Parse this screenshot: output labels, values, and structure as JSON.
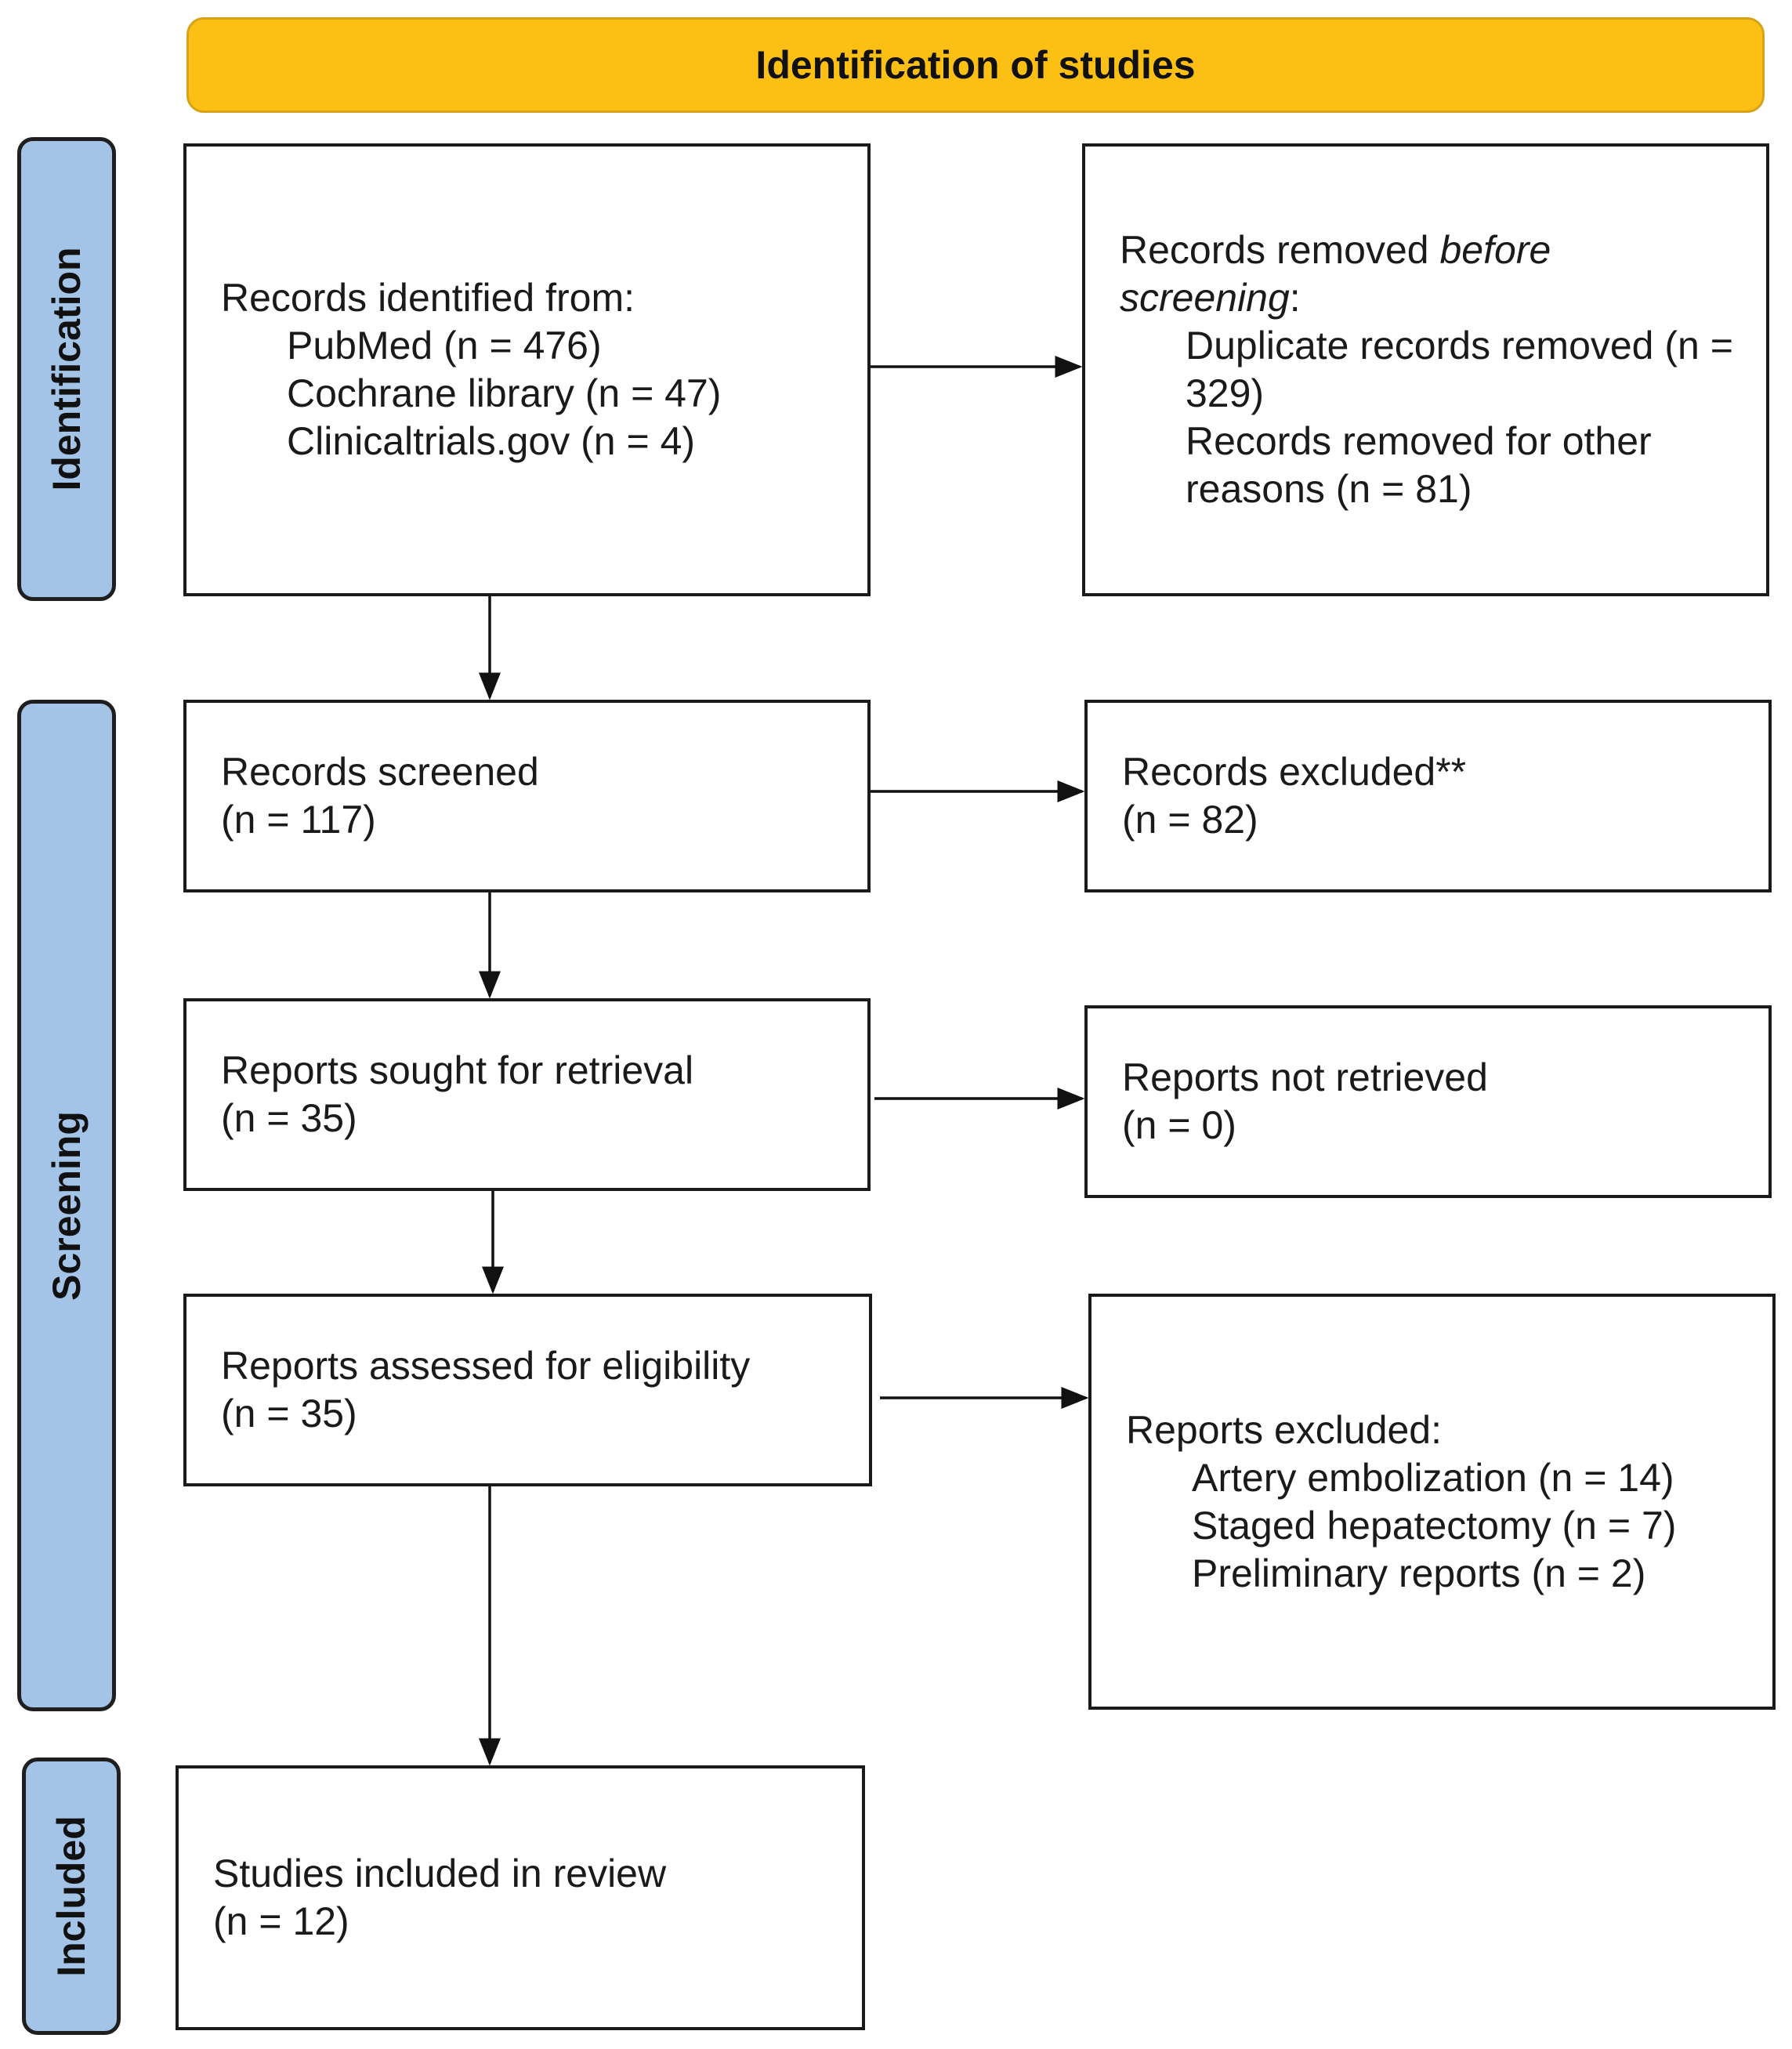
{
  "header": {
    "title": "Identification of studies"
  },
  "phases": {
    "identification": "Identification",
    "screening": "Screening",
    "included": "Included"
  },
  "boxes": {
    "identified": {
      "heading": "Records identified from:",
      "items": [
        "PubMed (n = 476)",
        "Cochrane library (n = 47)",
        "Clinicaltrials.gov (n = 4)"
      ]
    },
    "removed": {
      "heading_prefix": "Records removed ",
      "heading_emphasis": "before screening",
      "heading_suffix": ":",
      "items": [
        "Duplicate records removed (n = 329)",
        "Records removed for other reasons (n = 81)"
      ]
    },
    "screened": {
      "title": "Records screened",
      "count": "(n = 117)"
    },
    "excluded": {
      "title": "Records excluded**",
      "count": "(n = 82)"
    },
    "sought": {
      "title": "Reports sought for retrieval",
      "count": "(n = 35)"
    },
    "not_retrieved": {
      "title": "Reports not retrieved",
      "count": "(n = 0)"
    },
    "assessed": {
      "title": "Reports assessed for eligibility",
      "count": "(n = 35)"
    },
    "reports_excluded": {
      "heading": "Reports excluded:",
      "items": [
        "Artery embolization (n = 14)",
        "Staged hepatectomy (n = 7)",
        "Preliminary reports (n = 2)"
      ]
    },
    "included": {
      "title": "Studies included in review",
      "count": "(n = 12)"
    }
  }
}
